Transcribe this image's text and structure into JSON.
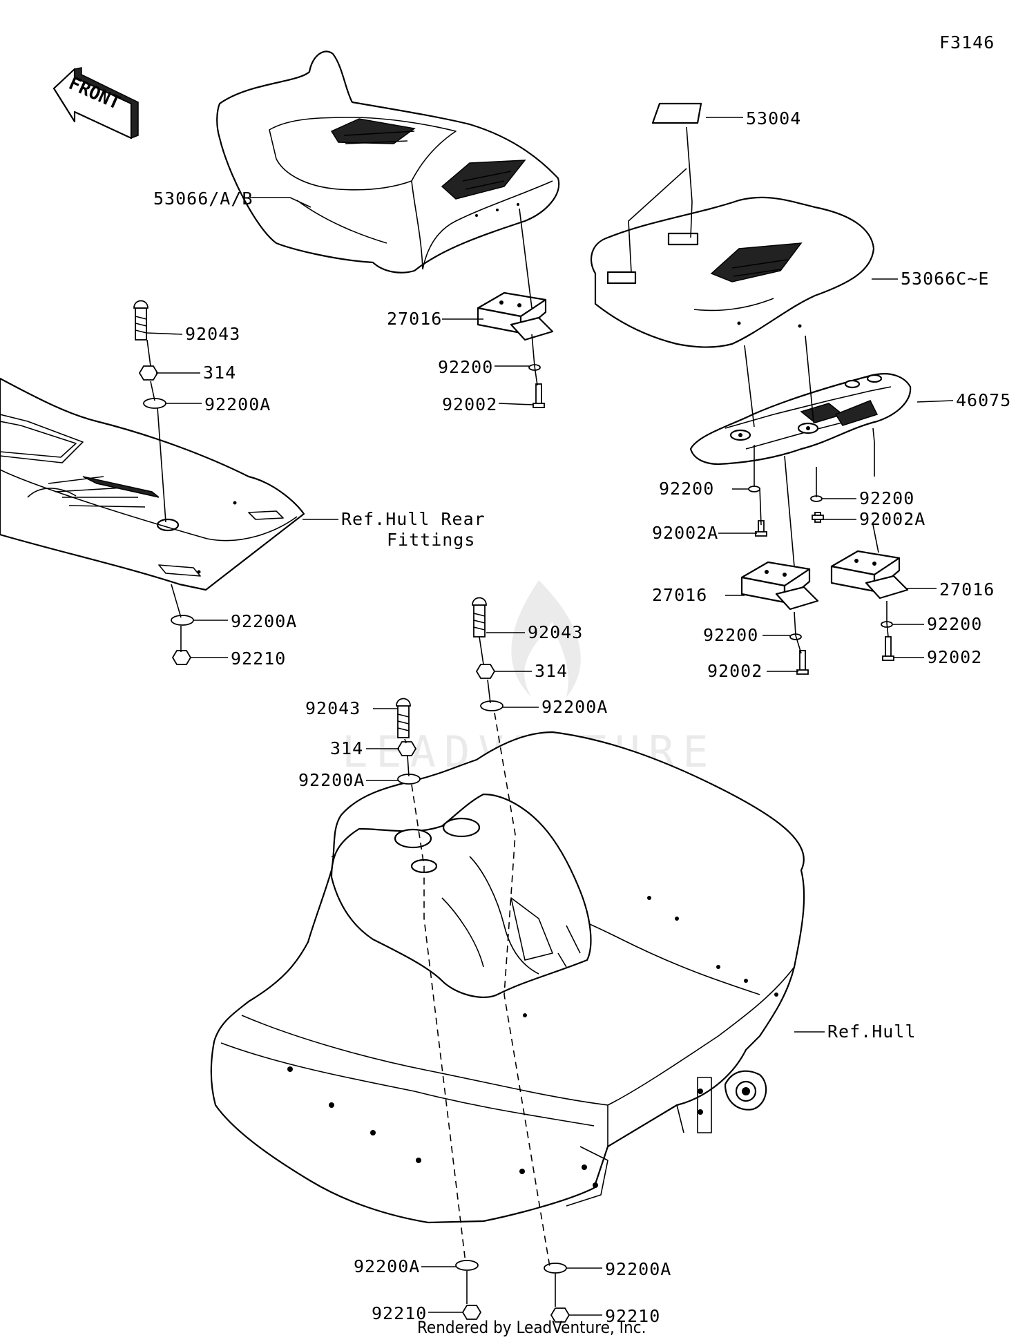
{
  "figure_code": "F3146",
  "front_label": "FRONT",
  "labels": {
    "seat_front": "53066/A/B",
    "seat_rear": "53066C~E",
    "patch": "53004",
    "bracket": "46075",
    "latch_1": "27016",
    "latch_2": "27016",
    "latch_3": "27016",
    "bolt_1": "92043",
    "bolt_2": "92043",
    "bolt_3": "92043",
    "nut_1": "314",
    "nut_2": "314",
    "nut_3": "314",
    "washer_a_1": "92200A",
    "washer_a_2": "92200A",
    "washer_a_3": "92200A",
    "washer_a_4": "92200A",
    "washer_a_5": "92200A",
    "washer_a_6": "92200A",
    "washer_1": "92200",
    "washer_2": "92200",
    "washer_3": "92200",
    "washer_4": "92200",
    "washer_5": "92200",
    "screw_1": "92002",
    "screw_2": "92002",
    "screw_3": "92002",
    "screw_a_1": "92002A",
    "screw_a_2": "92002A",
    "locknut_1": "92210",
    "locknut_2": "92210",
    "locknut_3": "92210",
    "ref_rear_line1": "Ref.Hull Rear",
    "ref_rear_line2": "Fittings",
    "ref_hull": "Ref.Hull"
  },
  "watermark": "LEADVENTURE",
  "footer": "Rendered by LeadVenture, Inc."
}
